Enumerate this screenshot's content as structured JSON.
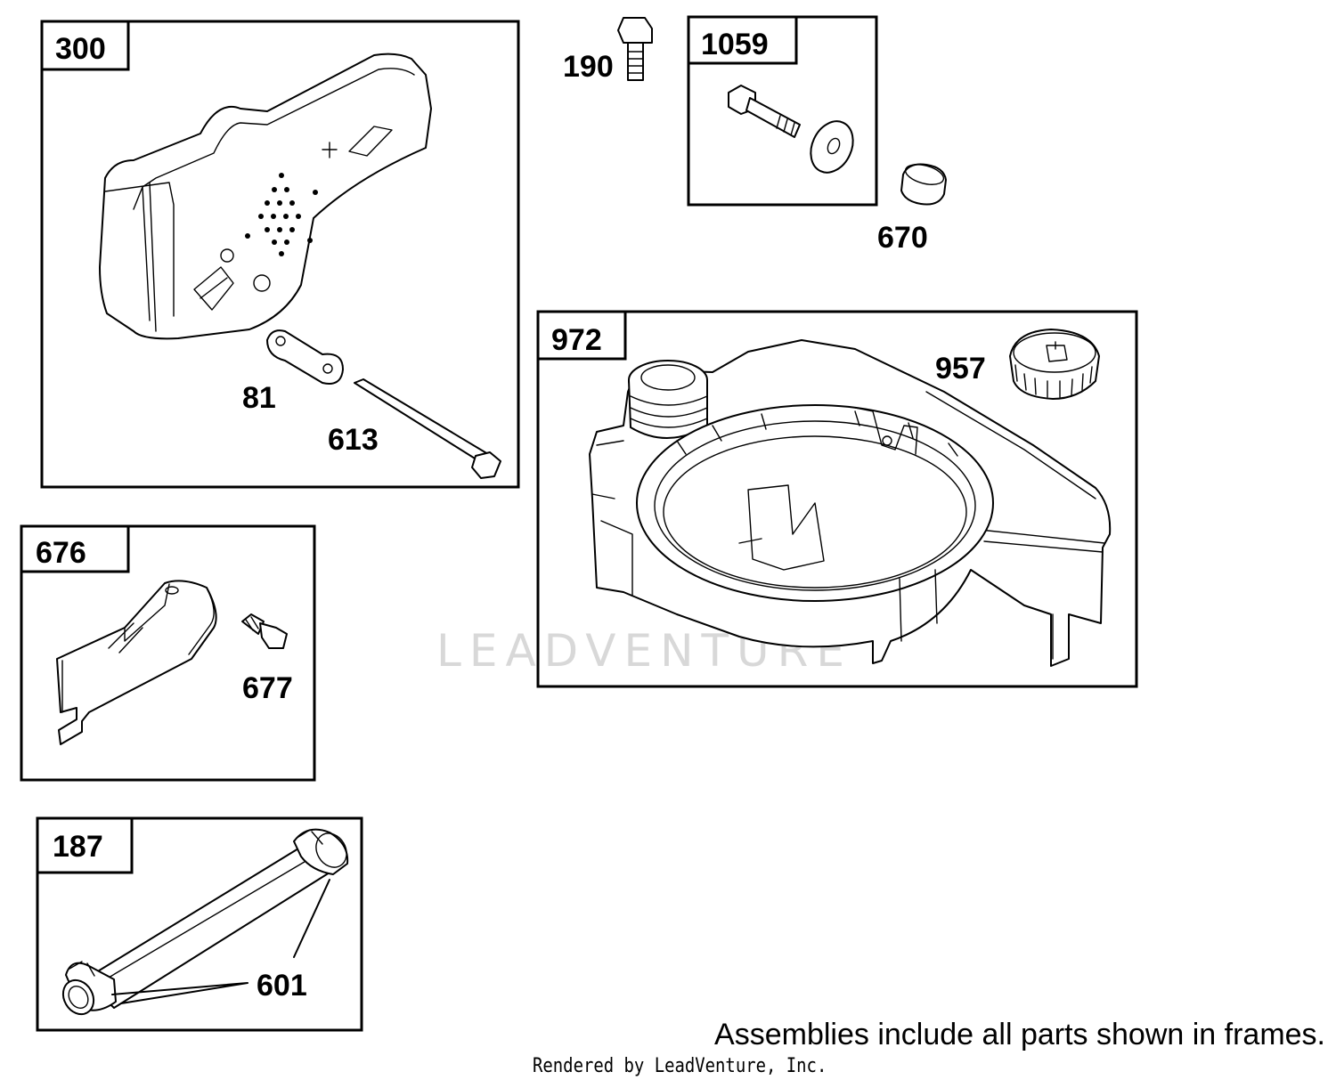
{
  "watermark": "LEADVENTURE",
  "note": "Assemblies include all parts shown in frames.",
  "credit": "Rendered by LeadVenture, Inc.",
  "frames": [
    {
      "label": "300",
      "parts": [
        "81",
        "613"
      ]
    },
    {
      "label": "1059",
      "parts": []
    },
    {
      "label": "972",
      "parts": [
        "957"
      ]
    },
    {
      "label": "676",
      "parts": [
        "677"
      ]
    },
    {
      "label": "187",
      "parts": [
        "601"
      ]
    }
  ],
  "loose_parts": [
    "190",
    "670"
  ],
  "callouts": {
    "f300": "300",
    "p81": "81",
    "p613": "613",
    "p190": "190",
    "f1059": "1059",
    "p670": "670",
    "f972": "972",
    "p957": "957",
    "f676": "676",
    "p677": "677",
    "f187": "187",
    "p601": "601"
  }
}
